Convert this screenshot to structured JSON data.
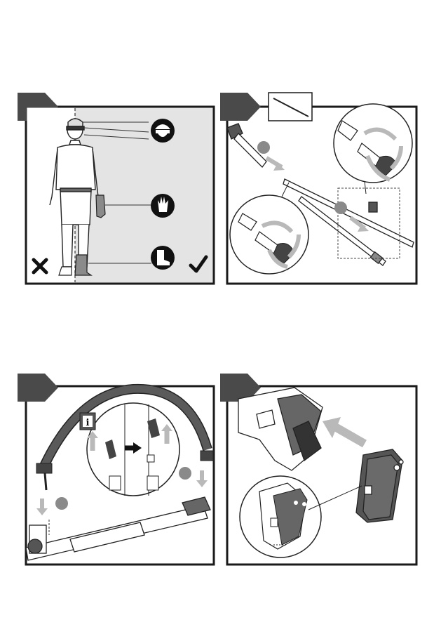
{
  "page": {
    "background": "#ffffff"
  },
  "panels": [
    {
      "id": "step-1",
      "number": "",
      "topic": "protective-equipment"
    },
    {
      "id": "step-2",
      "number": "",
      "topic": "assemble-shaft"
    },
    {
      "id": "step-3",
      "number": "",
      "topic": "attach-shoulder-strap"
    },
    {
      "id": "step-4",
      "number": "",
      "topic": "insert-battery"
    }
  ],
  "icons": {
    "ppe": [
      "helmet-goggles-icon",
      "gloves-icon",
      "boots-icon"
    ],
    "status": [
      "cross-icon",
      "check-icon"
    ],
    "info": "info-icon"
  },
  "info_label": "i",
  "colors": {
    "tab": "#4a4a4a",
    "frame": "#1a1a1a",
    "panel1_bg": "#e4e4e4",
    "arrow_grey": "#b9b9b9",
    "callout_grey": "#8a8a8a",
    "strap": "#5a5a5a"
  }
}
